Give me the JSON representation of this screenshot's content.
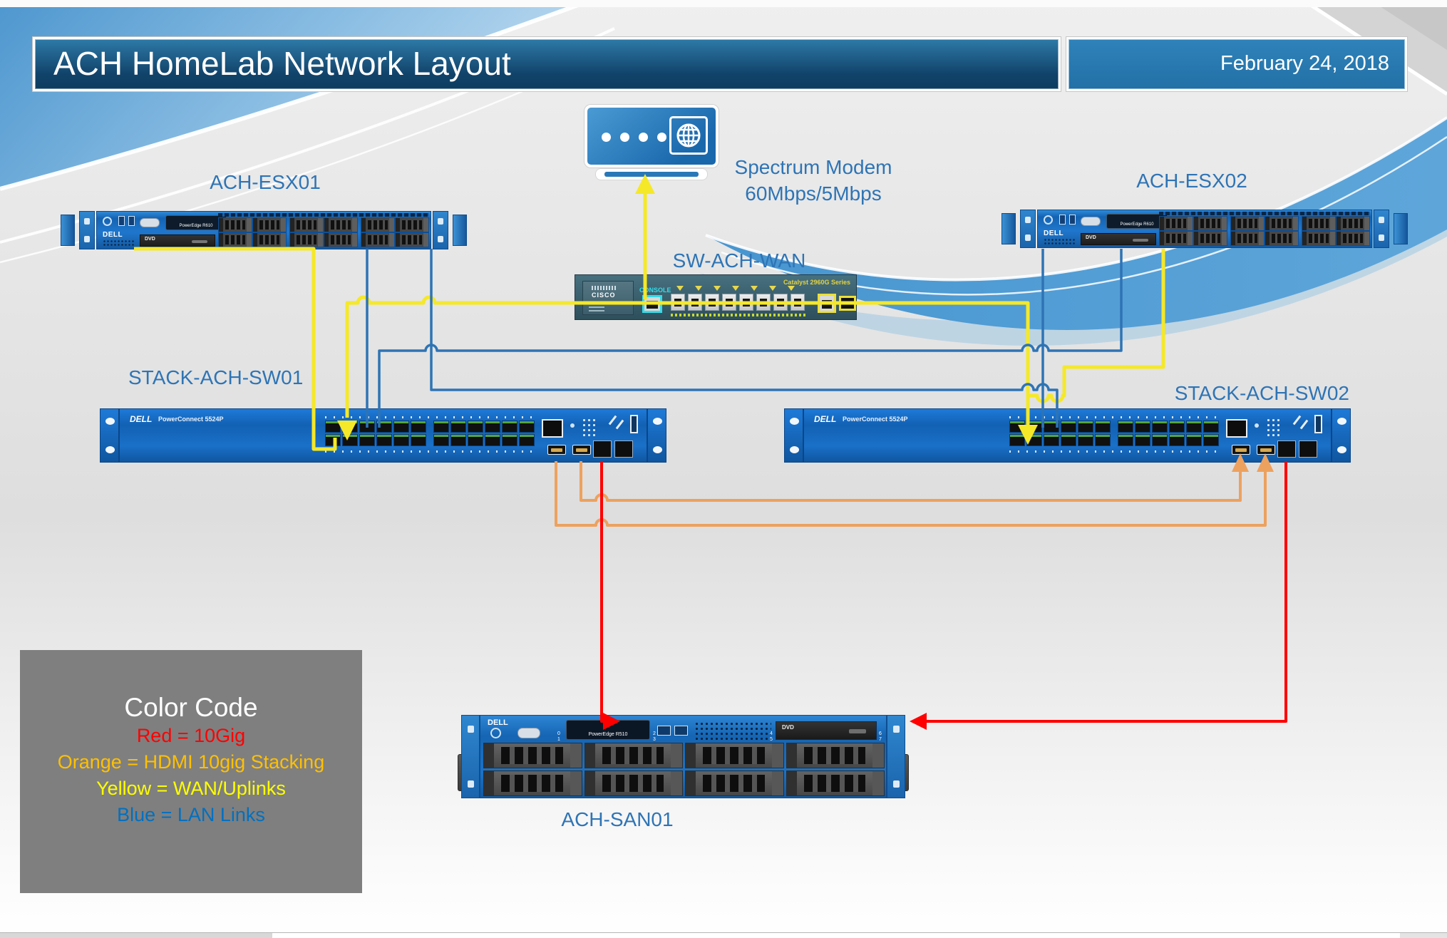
{
  "slide": {
    "title": "ACH HomeLab Network Layout",
    "date": "February 24, 2018"
  },
  "nodes": {
    "modem": {
      "name": "Spectrum Modem",
      "speed": "60Mbps/5Mbps"
    },
    "esx01": {
      "label": "ACH-ESX01",
      "brand": "DELL",
      "model": "PowerEdge R610",
      "media": "DVD"
    },
    "esx02": {
      "label": "ACH-ESX02",
      "brand": "DELL",
      "model": "PowerEdge R610",
      "media": "DVD"
    },
    "wan_switch": {
      "label": "SW-ACH-WAN",
      "brand": "CISCO",
      "series": "Catalyst 2960G Series",
      "console": "CONSOLE"
    },
    "sw01": {
      "label": "STACK-ACH-SW01",
      "brand": "DELL",
      "model": "PowerConnect 5524P"
    },
    "sw02": {
      "label": "STACK-ACH-SW02",
      "brand": "DELL",
      "model": "PowerConnect 5524P"
    },
    "san": {
      "label": "ACH-SAN01",
      "brand": "DELL",
      "model": "PowerEdge R510",
      "media": "DVD",
      "bay_numbers": [
        "0",
        "1",
        "2",
        "3",
        "4",
        "5",
        "6",
        "7"
      ]
    }
  },
  "legend": {
    "title": "Color Code",
    "items": [
      {
        "label": "Red = 10Gig",
        "color": "#ff0000"
      },
      {
        "label": "Orange = HDMI 10gig Stacking",
        "color": "#ffc000"
      },
      {
        "label": "Yellow = WAN/Uplinks",
        "color": "#ffff00"
      },
      {
        "label": "Blue = LAN Links",
        "color": "#0070c0"
      }
    ]
  },
  "colors": {
    "wire_red": "#ff0000",
    "wire_orange": "#eda15e",
    "wire_yellow": "#f5e829",
    "wire_blue": "#2e74b5",
    "label_blue": "#2e74b5",
    "title_bar_blue": "#11436a",
    "date_bar_blue": "#2878b2",
    "legend_gray": "#7f7f7f"
  }
}
